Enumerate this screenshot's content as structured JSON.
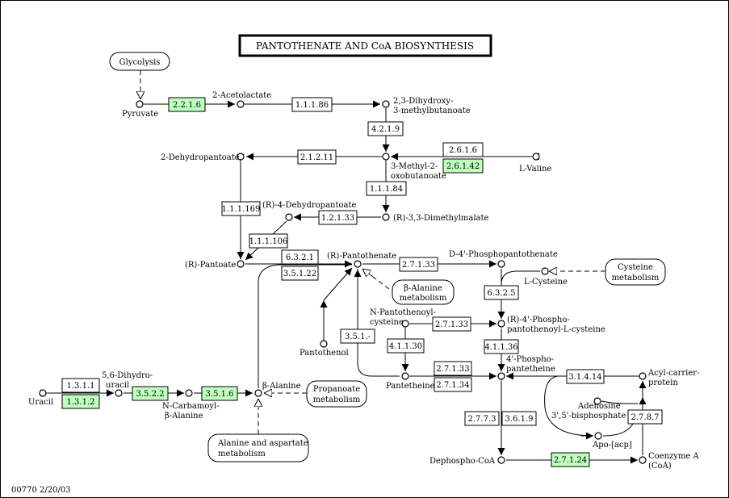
{
  "title": "PANTOTHENATE AND CoA BIOSYNTHESIS",
  "footer": "00770  2/20/03",
  "maps": {
    "glycolysis": "Glycolysis",
    "cysteine": [
      "Cysteine",
      "metabolism"
    ],
    "b_alanine": [
      "β-Alanine",
      "metabolism"
    ],
    "propanoate": [
      "Propanoate",
      "metabolism"
    ],
    "ala_asp": [
      "Alanine and aspartate",
      "metabolism"
    ]
  },
  "compounds": {
    "pyruvate": "Pyruvate",
    "acetolactate": "2-Acetolactate",
    "dihydroxy": [
      "2,3-Dihydroxy-",
      "3-methylbutanoate"
    ],
    "methyl_oxo": [
      "3-Methyl-2-",
      "oxobutanoate"
    ],
    "valine": "L-Valine",
    "dehydropantoate": "2-Dehydropantoate",
    "r4_dehydropantoate": "(R)-4-Dehydropantoate",
    "dimethylmalate": "(R)-3,3-Dimethylmalate",
    "pantoate": "(R)-Pantoate",
    "pantothenate": "(R)-Pantothenate",
    "phosphopantothenate": "D-4'-Phosphopantothenate",
    "cysteine": "L-Cysteine",
    "n_pantothenoyl": [
      "N-Pantothenoyl-",
      "cysteine"
    ],
    "phosphopantothenoyl": [
      "(R)-4'-Phospho-",
      "pantothenoyl-L-cysteine"
    ],
    "pantothenol": "Pantothenol",
    "pantetheine": "Pantetheine",
    "phosphopantetheine": [
      "4'-Phospho-",
      "pantetheine"
    ],
    "acp": [
      "Acyl-carrier-",
      "protein"
    ],
    "adenosine": [
      "Adenosine",
      "3',5'-bisphosphate"
    ],
    "apo_acp": "Apo-[acp]",
    "uracil": "Uracil",
    "dihydrouracil": [
      "5,6-Dihydro-",
      "uracil"
    ],
    "carbamoyl": [
      "N-Carbamoyl-",
      "β-Alanine"
    ],
    "b_alanine": "β-Alanine",
    "dephospho": "Dephospho-CoA",
    "coa": [
      "Coenzyme A",
      "(CoA)"
    ]
  },
  "enzymes": {
    "e2216": "2.2.1.6",
    "e11186": "1.1.1.86",
    "e4219": "4.2.1.9",
    "e21211": "2.1.2.11",
    "e2616": "2.6.1.6",
    "e26142": "2.6.1.42",
    "e11184": "1.1.1.84",
    "e111169": "1.1.1.169",
    "e12133": "1.2.1.33",
    "e111106": "1.1.1.106",
    "e6321": "6.3.2.1",
    "e35122": "3.5.1.22",
    "e27133a": "2.7.1.33",
    "e6325": "6.3.2.5",
    "e27133b": "2.7.1.33",
    "e41130": "4.1.1.30",
    "e351": "3.5.1.-",
    "e41136": "4.1.1.36",
    "e27133c": "2.7.1.33",
    "e27134": "2.7.1.34",
    "e31414": "3.1.4.14",
    "e2787": "2.7.8.7",
    "e2773": "2.7.7.3",
    "e3619": "3.6.1.9",
    "e27124": "2.7.1.24",
    "e1311": "1.3.1.1",
    "e1312": "1.3.1.2",
    "e3522": "3.5.2.2",
    "e3516": "3.5.1.6"
  }
}
